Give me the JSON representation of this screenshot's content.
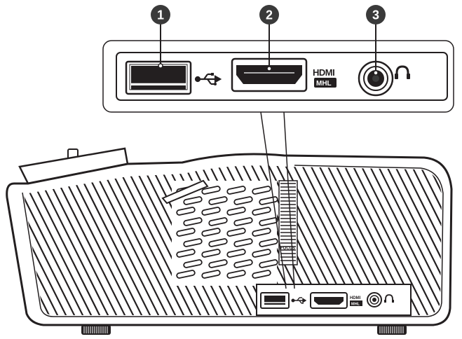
{
  "callouts": [
    {
      "number": "1",
      "port": "usb-port"
    },
    {
      "number": "2",
      "port": "hdmi-port"
    },
    {
      "number": "3",
      "port": "audio-port"
    }
  ],
  "labels": {
    "hdmi_logo": "HDMI",
    "mhl_logo": "MHL",
    "focus_text": "FOCUS"
  },
  "icons": [
    "usb-symbol-icon",
    "headphone-icon"
  ],
  "colors": {
    "outline": "#231f20",
    "badge": "#3a3a3a",
    "background": "#ffffff"
  }
}
